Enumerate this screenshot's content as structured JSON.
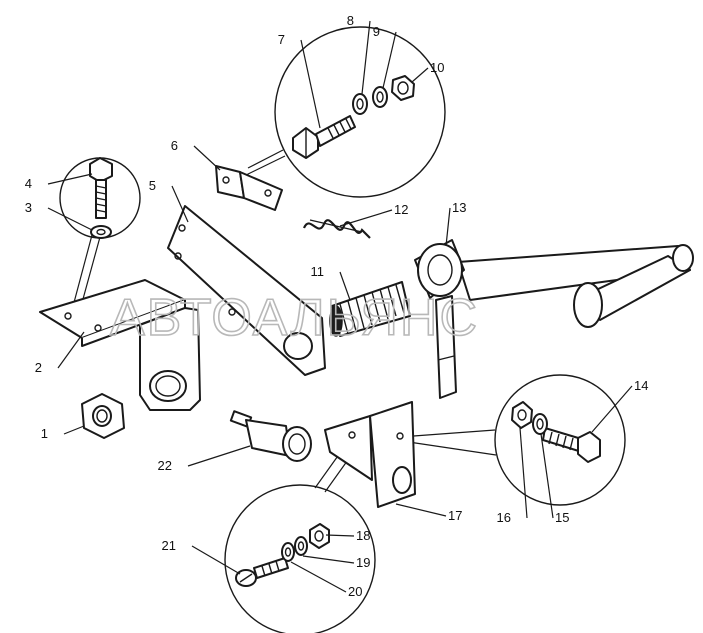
{
  "watermark": "АВТОАЛЬЯНС",
  "callouts": [
    "1",
    "2",
    "3",
    "4",
    "5",
    "6",
    "7",
    "8",
    "9",
    "10",
    "11",
    "12",
    "13",
    "14",
    "15",
    "16",
    "17",
    "18",
    "19",
    "20",
    "21",
    "22"
  ],
  "icons": {
    "nut": "hex-nut-icon",
    "bolt": "bolt-icon",
    "washer": "washer-icon",
    "spring": "spring-icon",
    "lever": "lever-icon",
    "bracket": "bracket-icon",
    "switch": "switch-icon"
  }
}
